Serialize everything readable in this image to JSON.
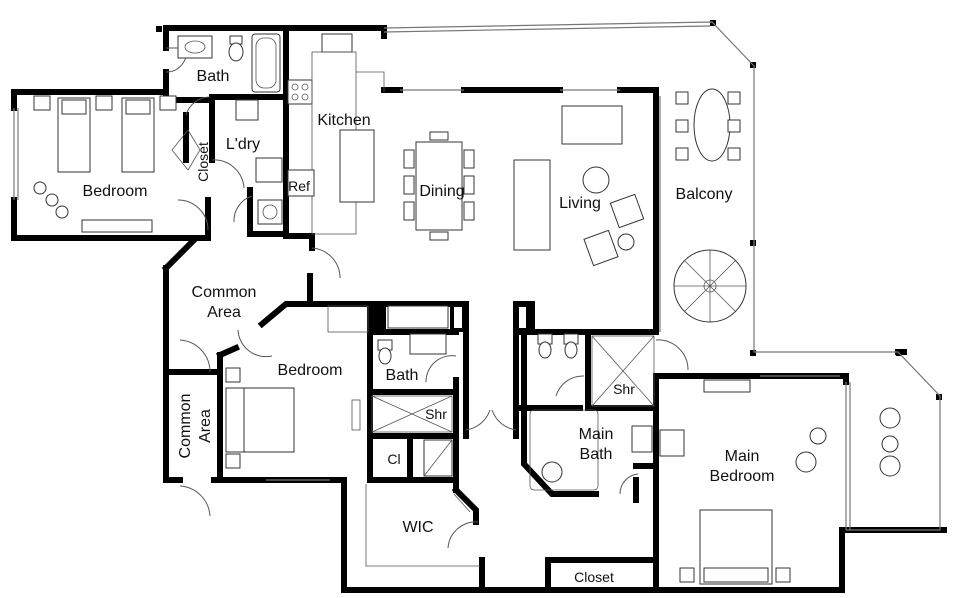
{
  "rooms": {
    "bath_top": "Bath",
    "bedroom_left": "Bedroom",
    "laundry": "L'dry",
    "closet_left": "Closet",
    "kitchen": "Kitchen",
    "refrigerator": "Ref",
    "dining": "Dining",
    "living": "Living",
    "balcony": "Balcony",
    "common_area_upper_line1": "Common",
    "common_area_upper_line2": "Area",
    "common_area_lower_line1": "Common",
    "common_area_lower_line2": "Area",
    "bedroom_center": "Bedroom",
    "bath_center": "Bath",
    "shower_center": "Shr",
    "closet_small": "Cl",
    "walk_in_closet": "WIC",
    "main_bath_line1": "Main",
    "main_bath_line2": "Bath",
    "shower_main": "Shr",
    "main_bedroom_line1": "Main",
    "main_bedroom_line2": "Bedroom",
    "closet_bottom": "Closet"
  }
}
